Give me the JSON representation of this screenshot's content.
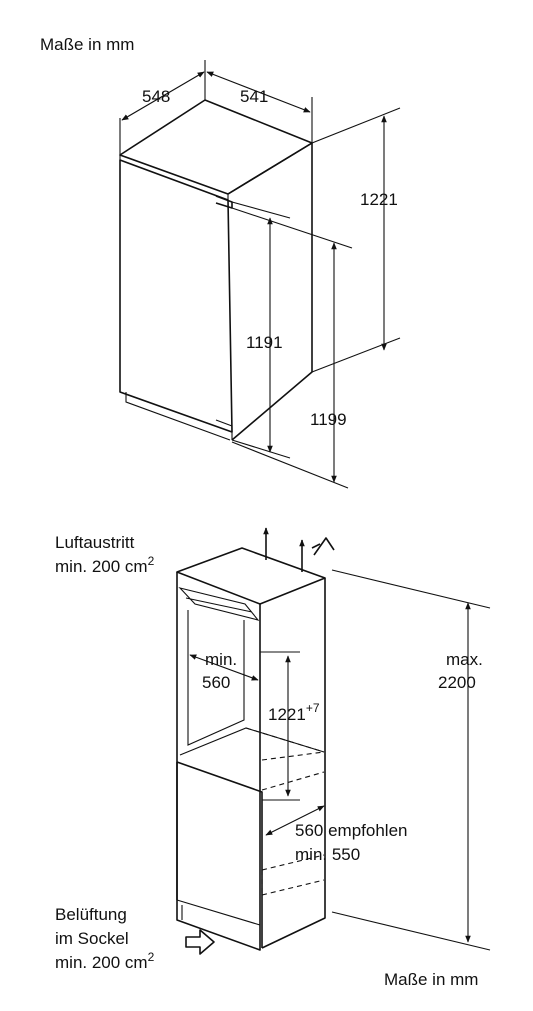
{
  "top": {
    "units": "Maße in mm",
    "depth": "548",
    "width": "541",
    "height_total": "1221",
    "height_body": "1191",
    "height_door": "1199"
  },
  "bottom": {
    "air_outlet_line1": "Luftaustritt",
    "air_outlet_line2": "min. 200 cm",
    "air_outlet_exp": "2",
    "min_label": "min.",
    "width_value": "560",
    "niche_height": "1221",
    "niche_height_tol": "+7",
    "max_label": "max.",
    "max_value": "2200",
    "depth_recommended": "560 empfohlen",
    "depth_min": "min. 550",
    "vent_line1": "Belüftung",
    "vent_line2": "im Sockel",
    "vent_line3": "min. 200 cm",
    "vent_exp": "2",
    "units": "Maße in mm"
  }
}
